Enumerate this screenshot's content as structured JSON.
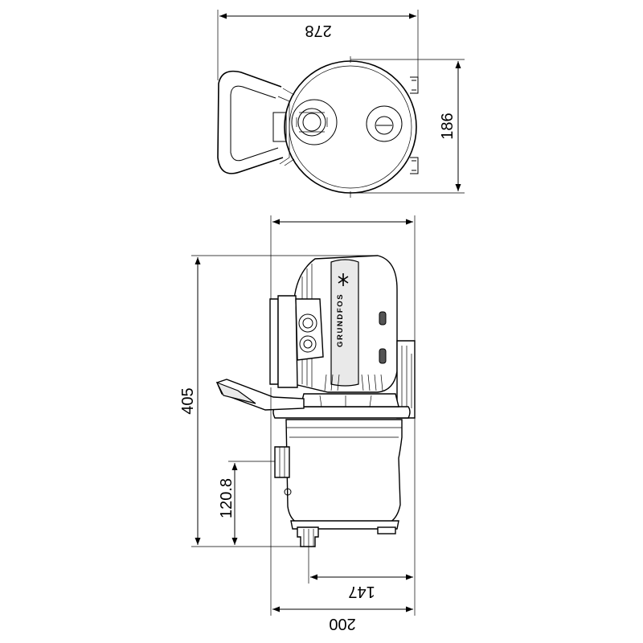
{
  "dimensions": {
    "top_width": "278",
    "top_height": "186",
    "overall_height": "405",
    "inlet_height": "120.8",
    "outlet_offset": "147",
    "overall_width": "200"
  },
  "logo": {
    "brand": "GRUNDFOS"
  },
  "colors": {
    "line": "#000000",
    "background": "#ffffff",
    "shade": "#e9e9e9"
  }
}
